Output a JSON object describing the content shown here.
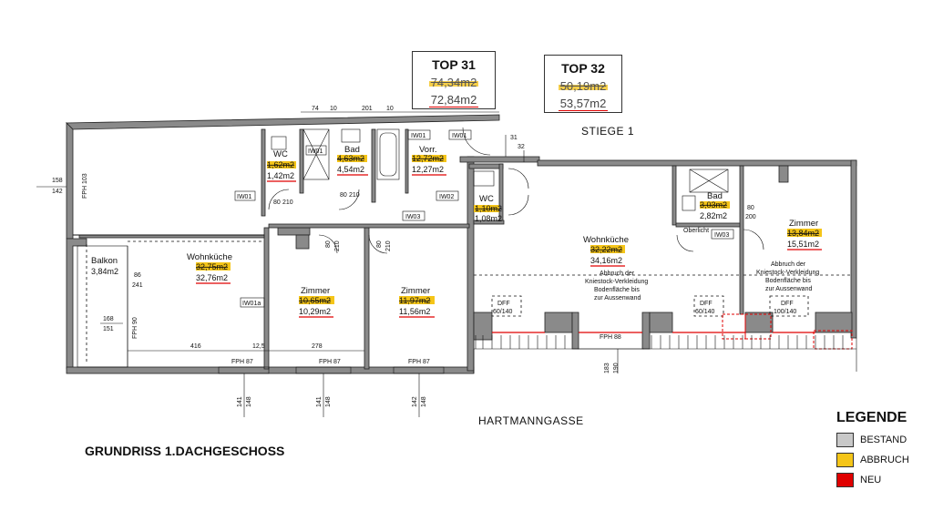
{
  "plan_title": "GRUNDRISS 1.DACHGESCHOSS",
  "street_label": "HARTMANNGASSE",
  "stair_label": "STIEGE 1",
  "top31": {
    "title": "TOP 31",
    "old_area": "74,34m2",
    "new_area": "72,84m2"
  },
  "top32": {
    "title": "TOP 32",
    "old_area": "50,19m2",
    "new_area": "53,57m2"
  },
  "legend": {
    "title": "LEGENDE",
    "items": [
      {
        "label": "BESTAND",
        "color": "#c8c8c8"
      },
      {
        "label": "ABBRUCH",
        "color": "#f5c518"
      },
      {
        "label": "NEU",
        "color": "#e00000"
      }
    ]
  },
  "rooms": {
    "wc1": {
      "name": "WC",
      "old": "1,62m2",
      "new": "1,42m2"
    },
    "bad1": {
      "name": "Bad",
      "old": "4,63m2",
      "new": "4,54m2"
    },
    "vorr": {
      "name": "Vorr.",
      "old": "12,72m2",
      "new": "12,27m2"
    },
    "wc2": {
      "name": "WC",
      "old": "1,10m2",
      "new": "1,08m2"
    },
    "bad2": {
      "name": "Bad",
      "old": "3,03m2",
      "new": "2,82m2"
    },
    "balkon": {
      "name": "Balkon",
      "area": "3,84m2"
    },
    "wohn1": {
      "name": "Wohnküche",
      "old": "32,75m2",
      "new": "32,76m2"
    },
    "zim1": {
      "name": "Zimmer",
      "old": "10,65m2",
      "new": "10,29m2"
    },
    "zim2": {
      "name": "Zimmer",
      "old": "11,97m2",
      "new": "11,56m2"
    },
    "wohn2": {
      "name": "Wohnküche",
      "old": "32,22m2",
      "new": "34,16m2"
    },
    "zim3": {
      "name": "Zimmer",
      "old": "13,84m2",
      "new": "15,51m2"
    }
  },
  "notes": {
    "abbruch1": [
      "Abbruch der",
      "Kniestock-Verkleidung",
      "Bodenfläche bis",
      "zur Aussenwand"
    ],
    "abbruch2": [
      "Abbruch der",
      "Kniestock-Verkleidung",
      "Bodenfläche bis",
      "zur Aussenwand"
    ],
    "oberlicht": "Oberlicht"
  },
  "tags": {
    "iw01a": "IW01",
    "iw01b": "IW01",
    "iw01c": "IW01",
    "iw01d": "IW01",
    "iw02": "IW02",
    "iw03a": "IW03",
    "iw03b": "IW03",
    "iw01e": "IW01a"
  },
  "dimensions": {
    "top_74": "74",
    "top_10a": "10",
    "top_201": "201",
    "top_10b": "10",
    "left_158": "158",
    "left_142": "142",
    "fph103": "FPH 103",
    "d86": "86",
    "d241": "241",
    "d168": "168",
    "d151": "151",
    "fph90": "FPH 90",
    "d416": "416",
    "d125": "12,5",
    "d278": "278",
    "fph87a": "FPH 87",
    "fph87b": "FPH 87",
    "fph87c": "FPH 87",
    "fph88": "FPH 88",
    "b141a": "141",
    "b148a": "148",
    "b141b": "141",
    "b148b": "148",
    "b142": "142",
    "b148c": "148",
    "d80a": "80",
    "d210a": "210",
    "d80b": "80",
    "d210b": "210",
    "d80c": "80",
    "d210c": "210",
    "d80d": "80",
    "d210d": "210",
    "d80e": "80",
    "d200": "200",
    "d183": "183",
    "d190": "190",
    "d31": "31",
    "d32": "32",
    "dff1a": "DFF",
    "dff1b": "60/140",
    "dff2a": "DFF",
    "dff2b": "60/140",
    "dff3a": "DFF",
    "dff3b": "100/140"
  }
}
